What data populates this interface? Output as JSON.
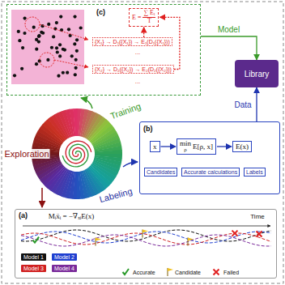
{
  "diagram": {
    "nodes": [
      {
        "text": [
          "(c)"
        ]
      },
      {
        "text": [
          "E =",
          "∑ Eᵢ",
          "T"
        ],
        "in": 0
      },
      {
        "text": [
          "{X₁} → D₁({X₁}) → E₁(D₁({X₁}))"
        ],
        "in": 0
      },
      {
        "text": [
          "{X₂} → D₂({X₂}) → E₂(D₂({X₂}))"
        ],
        "in": 0
      },
      {
        "text": [
          "Library"
        ]
      },
      {
        "text": [
          "(b)"
        ]
      },
      {
        "text": [
          "x"
        ],
        "in": 5
      },
      {
        "text": [
          "min",
          "ρ",
          "E[ρ, x]"
        ],
        "in": 5
      },
      {
        "text": [
          "E(x)"
        ],
        "in": 5
      },
      {
        "text": [
          "Candidates"
        ],
        "in": 5
      },
      {
        "text": [
          "Accurate calculations"
        ],
        "in": 5
      },
      {
        "text": [
          "Labels"
        ],
        "in": 5
      },
      {
        "text": [
          "(a)"
        ]
      }
    ],
    "edges": [
      {
        "from": 2,
        "to": 1,
        "arrow": "to"
      },
      {
        "from": 3,
        "to": 1,
        "arrow": "to"
      },
      {
        "from": 0,
        "to": 4,
        "label": "Model",
        "arrow": "to"
      },
      {
        "from": 5,
        "to": 4,
        "label": "Data",
        "arrow": "to"
      },
      {
        "from": 6,
        "to": 7,
        "arrow": "to"
      },
      {
        "from": 7,
        "to": 8,
        "arrow": "to"
      }
    ],
    "labels": [
      "Training",
      "Exploration",
      "Labeling",
      "Mᵢẍᵢ = −∇ₓᵢE(x)",
      "Time",
      "...",
      "..."
    ],
    "legend": [
      {
        "text": "Model 1",
        "color": "#111111"
      },
      {
        "text": "Model 2",
        "color": "#1f3fd0"
      },
      {
        "text": "Model 3",
        "color": "#d02020"
      },
      {
        "text": "Model 4",
        "color": "#7a2a9a"
      },
      {
        "text": "Accurate"
      },
      {
        "text": "Candidate"
      },
      {
        "text": "Failed"
      }
    ]
  }
}
